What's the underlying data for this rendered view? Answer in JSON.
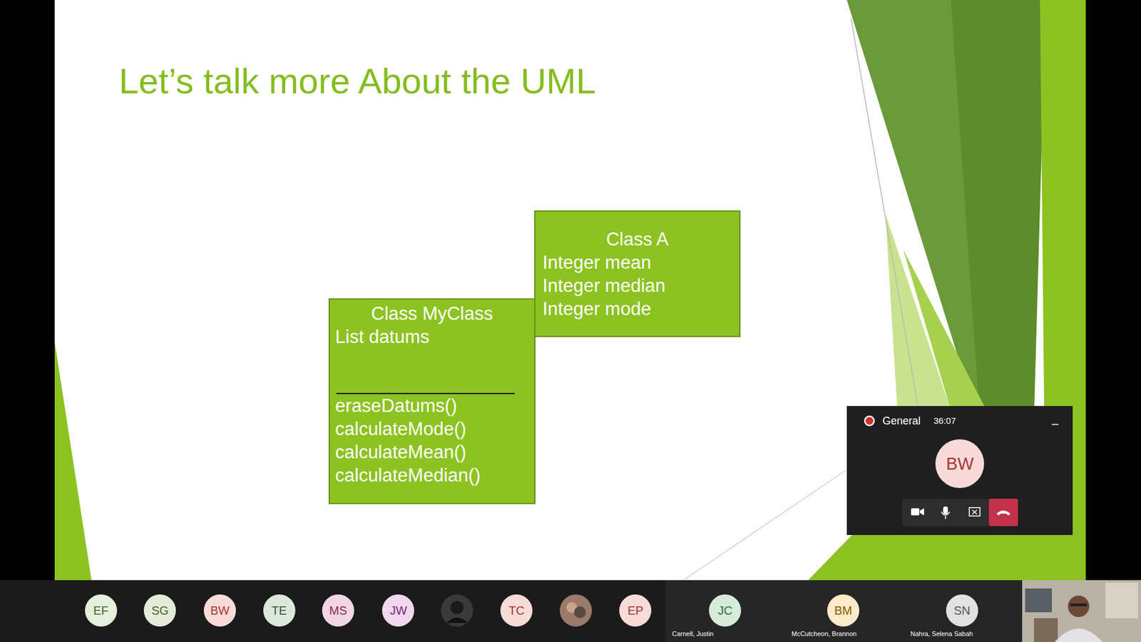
{
  "diagram": {
    "title": "Let’s talk more About the UML",
    "nodes": [
      {
        "text": [
          "Class A",
          "Integer mean",
          "Integer median",
          "Integer mode"
        ]
      },
      {
        "text": [
          "Class MyClass",
          "List datums",
          "eraseDatums()",
          "calculateMode()",
          "calculateMean()",
          "calculateMedian()"
        ]
      }
    ],
    "labels": [
      "General",
      "36:07",
      "BW",
      "EF",
      "SG",
      "BW",
      "TE",
      "MS",
      "JW",
      "TC",
      "EP",
      "JC",
      "Carnell, Justin",
      "BM",
      "McCutcheon, Brannon",
      "SN",
      "Nahra, Selena Sabah"
    ]
  }
}
